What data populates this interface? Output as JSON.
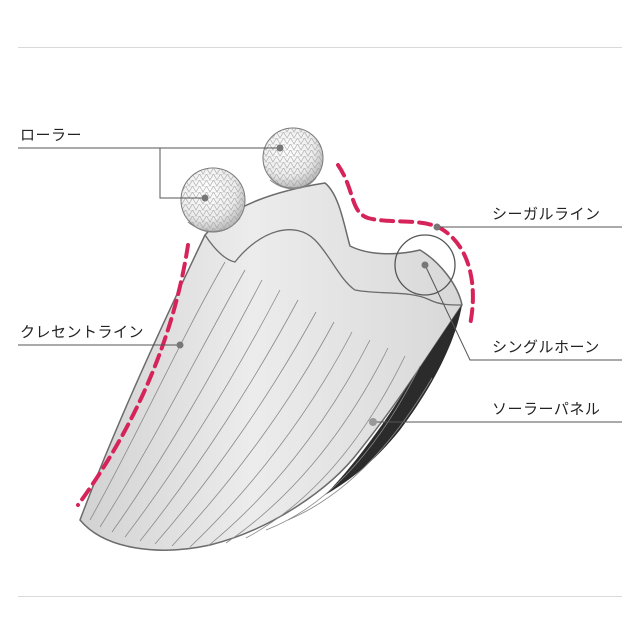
{
  "labels": {
    "roller": "ローラー",
    "crescent_line": "クレセントライン",
    "seagull_line": "シーガルライン",
    "single_horn": "シングルホーン",
    "solar_panel": "ソーラーパネル"
  },
  "colors": {
    "accent_dashed_line": "#d6245a",
    "leader_line": "#555555",
    "body_fill": "#e4e4e4",
    "body_stroke": "#6b6b6b",
    "solar_panel": "#2b2b2b"
  },
  "icons": {
    "roller": "textured-sphere"
  }
}
